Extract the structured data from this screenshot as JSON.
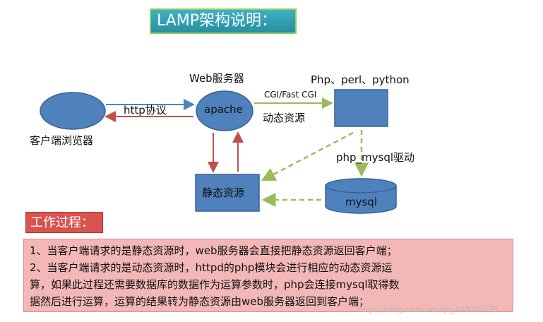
{
  "title": "LAMP架构说明：",
  "nodes": {
    "client": "客户端浏览器",
    "web_server_title": "Web服务器",
    "apache": "apache",
    "interpreters": "Php、perl、python",
    "static": "静态资源",
    "mysql": "mysql"
  },
  "edges": {
    "http": "http协议",
    "cgi": "CGI/Fast CGI",
    "dynamic": "动态资源",
    "driver": "php_mysql驱动"
  },
  "process": {
    "title": "工作过程：",
    "lines": [
      "1、当客户端请求的是静态资源时，web服务器会直接把静态资源返回客户端；",
      "2、当客户端请求的是动态资源时，httpd的php模块会进行相应的动态资源运",
      "算，如果此过程还需要数据库的数据作为运算参数时，php会连接mysql取得数",
      "据然后进行运算，运算的结果转为静态资源由web服务器返回到客户端；"
    ]
  },
  "watermark": "https://blog.csdn.net/qq_44078-HTB"
}
